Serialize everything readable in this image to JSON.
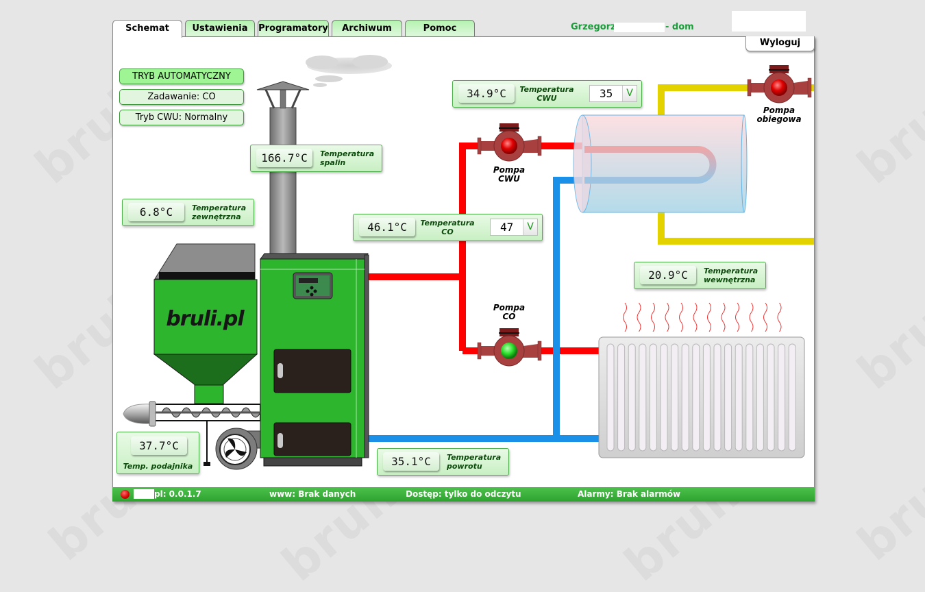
{
  "watermark": "bruli",
  "tabs": [
    {
      "label": "Schemat",
      "active": true
    },
    {
      "label": "Ustawienia",
      "active": false
    },
    {
      "label": "Programatory",
      "active": false
    },
    {
      "label": "Archiwum",
      "active": false
    },
    {
      "label": "Pomoc",
      "active": false
    }
  ],
  "header": {
    "user_first_name": "Grzegorz",
    "user_suffix": "- dom",
    "logout_label": "Wyloguj"
  },
  "modes": {
    "auto_mode": "TRYB AUTOMATYCZNY",
    "demand": "Zadawanie: CO",
    "dhw_mode": "Tryb CWU: Normalny"
  },
  "sensors": {
    "flue": {
      "value": "166.7°C",
      "label_line1": "Temperatura",
      "label_line2": "spalin"
    },
    "outdoor": {
      "value": "6.8°C",
      "label_line1": "Temperatura",
      "label_line2": "zewnętrzna"
    },
    "dhw": {
      "value": "34.9°C",
      "label_line1": "Temperatura",
      "label_line2": "CWU",
      "setpoint": "35",
      "confirm": "V"
    },
    "ch": {
      "value": "46.1°C",
      "label_line1": "Temperatura",
      "label_line2": "CO",
      "setpoint": "47",
      "confirm": "V"
    },
    "indoor": {
      "value": "20.9°C",
      "label_line1": "Temperatura",
      "label_line2": "wewnętrzna"
    },
    "feeder": {
      "value": "37.7°C",
      "label": "Temp. podajnika"
    },
    "return": {
      "value": "35.1°C",
      "label_line1": "Temperatura",
      "label_line2": "powrotu"
    }
  },
  "pumps": {
    "dhw": {
      "line1": "Pompa",
      "line2": "CWU",
      "state": "off",
      "color": "#e00000"
    },
    "ch": {
      "line1": "Pompa",
      "line2": "CO",
      "state": "on",
      "color": "#22cc22"
    },
    "circulation": {
      "line1": "Pompa",
      "line2": "obiegowa",
      "state": "off",
      "color": "#e00000"
    }
  },
  "hopper_brand": "bruli.pl",
  "colors": {
    "supply_pipe": "#ff0000",
    "return_pipe": "#1a90e8",
    "circulation_pipe": "#e3d200",
    "boiler_green": "#2db52d",
    "accent_green": "#1b9c3a"
  },
  "status_bar": {
    "version": "pl: 0.0.1.7",
    "www": "www: Brak danych",
    "access": "Dostęp: tylko do odczytu",
    "alarms": "Alarmy: Brak alarmów"
  }
}
